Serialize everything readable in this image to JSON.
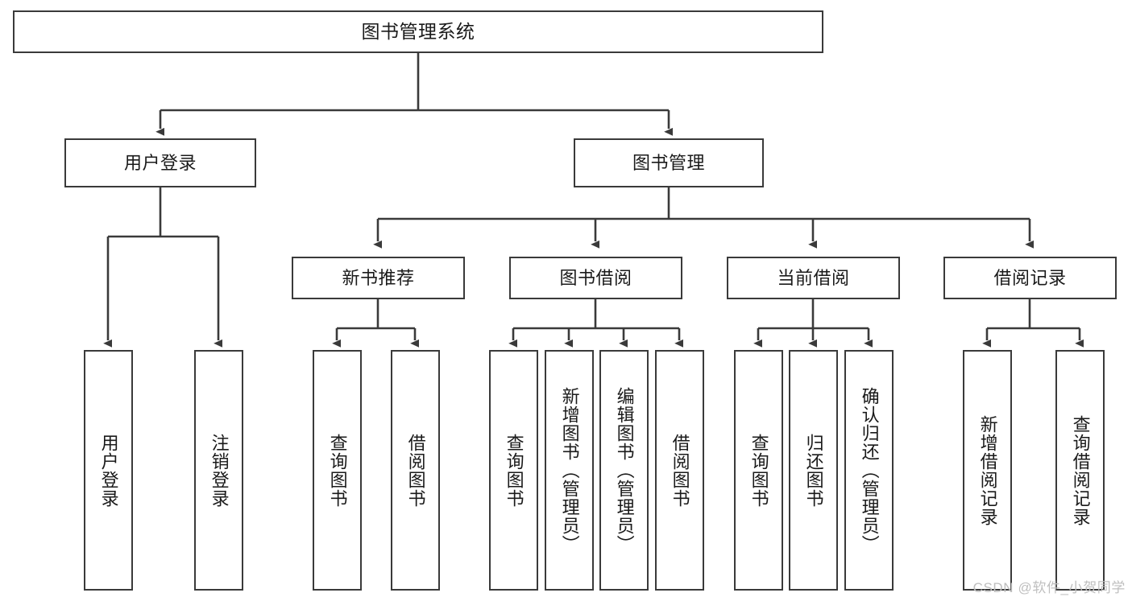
{
  "diagram": {
    "title": "图书管理系统",
    "type": "hierarchy-tree",
    "colors": {
      "stroke": "#3a3a3a",
      "fill": "#ffffff",
      "text": "#1a1a1a",
      "watermark": "#bfbfbf"
    },
    "nodes": {
      "root": {
        "label": "图书管理系统"
      },
      "level1": [
        {
          "label": "用户登录"
        },
        {
          "label": "图书管理"
        }
      ],
      "level2": [
        {
          "label": "新书推荐"
        },
        {
          "label": "图书借阅"
        },
        {
          "label": "当前借阅"
        },
        {
          "label": "借阅记录"
        }
      ],
      "leaves": {
        "user_login": [
          {
            "label": "用户登录"
          },
          {
            "label": "注销登录"
          }
        ],
        "new_book_recommend": [
          {
            "label": "查询图书"
          },
          {
            "label": "借阅图书"
          }
        ],
        "book_borrow": [
          {
            "label": "查询图书"
          },
          {
            "label": "新增图书（管理员）"
          },
          {
            "label": "编辑图书（管理员）"
          },
          {
            "label": "借阅图书"
          }
        ],
        "current_borrow": [
          {
            "label": "查询图书"
          },
          {
            "label": "归还图书"
          },
          {
            "label": "确认归还（管理员）"
          }
        ],
        "borrow_record": [
          {
            "label": "新增借阅记录"
          },
          {
            "label": "查询借阅记录"
          }
        ]
      }
    },
    "watermark": "CSDN @软件_小贺同学"
  }
}
